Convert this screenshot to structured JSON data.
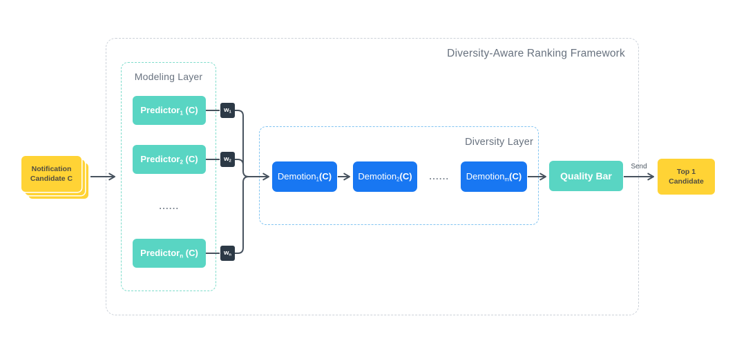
{
  "framework": {
    "title": "Diversity-Aware Ranking Framework"
  },
  "input": {
    "line1": "Notification",
    "line2": "Candidate C"
  },
  "modeling_layer": {
    "title": "Modeling Layer",
    "ellipsis": "......",
    "predictors": [
      {
        "base": "Predictor",
        "sub": "1",
        "suffix": " (C)"
      },
      {
        "base": "Predictor",
        "sub": "2",
        "suffix": " (C)"
      },
      {
        "base": "Predictor",
        "sub": "n",
        "suffix": " (C)"
      }
    ],
    "weights": [
      {
        "base": "w",
        "sub": "1"
      },
      {
        "base": "w",
        "sub": "2"
      },
      {
        "base": "w",
        "sub": "n"
      }
    ]
  },
  "diversity_layer": {
    "title": "Diversity Layer",
    "ellipsis": "......",
    "demotions": [
      {
        "base": "Demotion",
        "sub": "1",
        "suffix": "(C)"
      },
      {
        "base": "Demotion",
        "sub": "2",
        "suffix": "(C)"
      },
      {
        "base": "Demotion",
        "sub": "m",
        "suffix": "(C)"
      }
    ]
  },
  "quality_bar": {
    "label": "Quality Bar"
  },
  "send_label": "Send",
  "output": {
    "line1": "Top 1",
    "line2": "Candidate"
  },
  "colors": {
    "teal_box": "#59D5C3",
    "blue_box": "#1877F2",
    "yellow_box": "#FFD335",
    "dark_weight_box": "#2C3946",
    "connector": "#47525E",
    "framework_border": "#CAD0D8",
    "modeling_border": "#7CDCCA",
    "diversity_border": "#7FC3F1",
    "label_text": "#68727F",
    "box_text_light": "#FFFFFF",
    "yellow_box_text": "#514D40"
  }
}
